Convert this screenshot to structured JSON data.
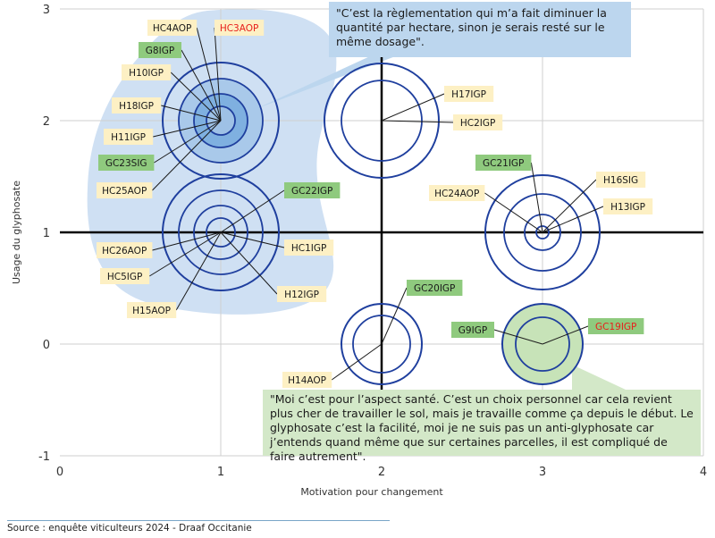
{
  "chart_data": {
    "type": "scatter",
    "title": "",
    "xlabel": "Motivation pour changement",
    "ylabel": "Usage du glyphosate",
    "xlim": [
      0,
      4
    ],
    "ylim": [
      -1,
      3
    ],
    "x_ticks": [
      "0",
      "1",
      "2",
      "3",
      "4"
    ],
    "y_ticks": [
      "-1",
      "0",
      "1",
      "2",
      "3"
    ],
    "grid": true,
    "clusters": [
      {
        "x": 1,
        "y": 2,
        "rings": 4,
        "fill": "#a9c9ea",
        "labels": [
          {
            "text": "HC4AOP",
            "color": "#1a1a1a",
            "bg": "#fdf0c4"
          },
          {
            "text": "HC3AOP",
            "color": "#e8201c",
            "bg": "#fdf0c4"
          },
          {
            "text": "G8IGP",
            "color": "#1a1a1a",
            "bg": "#8fca7e"
          },
          {
            "text": "H10IGP",
            "color": "#1a1a1a",
            "bg": "#fdf0c4"
          },
          {
            "text": "H18IGP",
            "color": "#1a1a1a",
            "bg": "#fdf0c4"
          },
          {
            "text": "H11IGP",
            "color": "#1a1a1a",
            "bg": "#fdf0c4"
          },
          {
            "text": "GC23SIG",
            "color": "#1a1a1a",
            "bg": "#8fca7e"
          },
          {
            "text": "HC25AOP",
            "color": "#1a1a1a",
            "bg": "#fdf0c4"
          }
        ]
      },
      {
        "x": 1,
        "y": 1,
        "rings": 4,
        "fill": "none",
        "labels": [
          {
            "text": "GC22IGP",
            "color": "#1a1a1a",
            "bg": "#8fca7e"
          },
          {
            "text": "HC26AOP",
            "color": "#1a1a1a",
            "bg": "#fdf0c4"
          },
          {
            "text": "HC1IGP",
            "color": "#1a1a1a",
            "bg": "#fdf0c4"
          },
          {
            "text": "HC5IGP",
            "color": "#1a1a1a",
            "bg": "#fdf0c4"
          },
          {
            "text": "H12IGP",
            "color": "#1a1a1a",
            "bg": "#fdf0c4"
          },
          {
            "text": "H15AOP",
            "color": "#1a1a1a",
            "bg": "#fdf0c4"
          }
        ]
      },
      {
        "x": 2,
        "y": 2,
        "rings": 2,
        "fill": "none",
        "labels": [
          {
            "text": "H17IGP",
            "color": "#1a1a1a",
            "bg": "#fdf0c4"
          },
          {
            "text": "HC2IGP",
            "color": "#1a1a1a",
            "bg": "#fdf0c4"
          }
        ]
      },
      {
        "x": 3,
        "y": 1,
        "rings": 4,
        "fill": "none",
        "labels": [
          {
            "text": "GC21IGP",
            "color": "#1a1a1a",
            "bg": "#8fca7e"
          },
          {
            "text": "H16SIG",
            "color": "#1a1a1a",
            "bg": "#fdf0c4"
          },
          {
            "text": "HC24AOP",
            "color": "#1a1a1a",
            "bg": "#fdf0c4"
          },
          {
            "text": "H13IGP",
            "color": "#1a1a1a",
            "bg": "#fdf0c4"
          }
        ]
      },
      {
        "x": 2,
        "y": 0,
        "rings": 2,
        "fill": "none",
        "labels": [
          {
            "text": "GC20IGP",
            "color": "#1a1a1a",
            "bg": "#8fca7e"
          },
          {
            "text": "H14AOP",
            "color": "#1a1a1a",
            "bg": "#fdf0c4"
          }
        ]
      },
      {
        "x": 3,
        "y": 0,
        "rings": 2,
        "fill": "#c7e3b8",
        "labels": [
          {
            "text": "G9IGP",
            "color": "#1a1a1a",
            "bg": "#8fca7e"
          },
          {
            "text": "GC19IGP",
            "color": "#e8201c",
            "bg": "#8fca7e"
          }
        ]
      }
    ],
    "annotations": [
      "\"C’est la règlementation qui m’a fait diminuer la quantité par hectare, sinon je serais resté sur le même dosage\".",
      "\"Moi c’est pour l’aspect santé. C’est un choix personnel car cela revient plus cher de travailler le sol, mais je travaille comme ça depuis le début. Le glyphosate c’est la facilité, moi je ne suis pas un anti-glyphosate car j’entends quand même que sur certaines parcelles, il est compliqué de faire autrement\"."
    ],
    "colors": {
      "ring": "#1f3f9e",
      "axis": "#000000",
      "grid": "#cfcfcf",
      "blue_zone": "#cfe0f3",
      "green_zone": "#d3e8c8",
      "quote_blue": "#bcd6ee",
      "quote_green": "#d3e8c8",
      "label_yellow": "#fdf0c4",
      "label_green": "#8fca7e",
      "label_red_text": "#e8201c"
    }
  },
  "source": "Source : enquête viticulteurs 2024 - Draaf Occitanie"
}
